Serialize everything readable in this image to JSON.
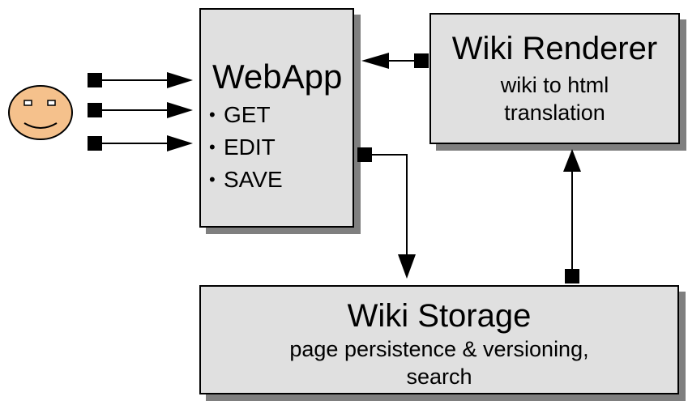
{
  "webapp": {
    "title": "WebApp",
    "items": [
      {
        "label": "GET"
      },
      {
        "label": "EDIT"
      },
      {
        "label": "SAVE"
      }
    ],
    "bullet": "•"
  },
  "renderer": {
    "title": "Wiki Renderer",
    "subtitle_line1": "wiki to html",
    "subtitle_line2": "translation"
  },
  "storage": {
    "title": "Wiki Storage",
    "subtitle_line1": "page persistence & versioning,",
    "subtitle_line2": "search"
  },
  "colors": {
    "box_fill": "#e0e0e0",
    "shadow": "#7f7f7f",
    "face_fill": "#f5c18c",
    "line": "#000000"
  },
  "icons": {
    "user": "smiley-face-icon"
  }
}
